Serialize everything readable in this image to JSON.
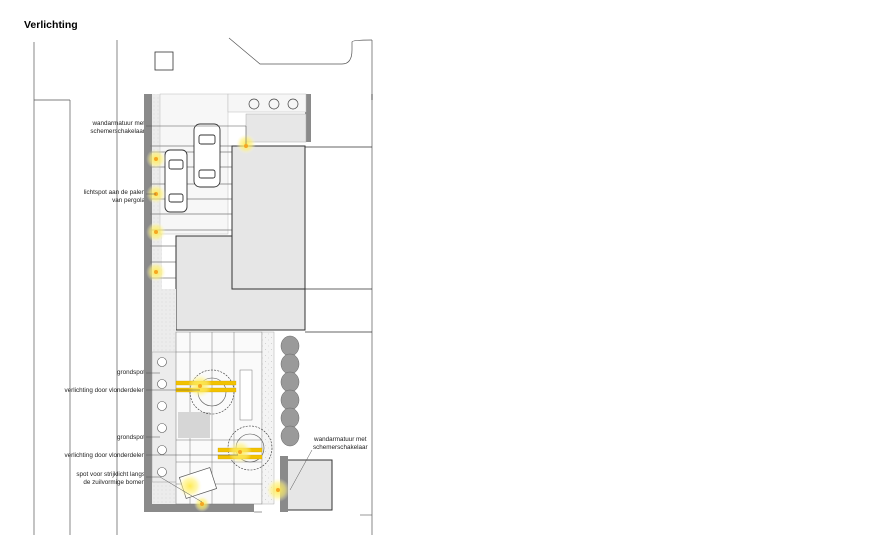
{
  "title": "Verlichting",
  "labels": {
    "wall_lamp_top": [
      "wandarmatuur met",
      "schemerschakelaar"
    ],
    "pergola_spot": [
      "lichtspot aan de palen",
      "van pergola"
    ],
    "ground_spot_1": [
      "grondspot"
    ],
    "deck_light_1": [
      "verlichting door vlonderdelen"
    ],
    "ground_spot_2": [
      "grondspot"
    ],
    "deck_light_2": [
      "verlichting door vlonderdelen"
    ],
    "tree_spot": [
      "spot voor strijklicht langs",
      "de zuilvormige bomen"
    ],
    "wall_lamp_bottom": [
      "wandarmatuur met",
      "schemerschakelaar"
    ]
  },
  "colors": {
    "light_glow": "#ffe94a",
    "light_point": "#f5a623",
    "wall": "#808080",
    "building": "#e6e6e6",
    "hedge": "#9a9a9a",
    "gravel": "#efefef",
    "deck": "#f2c200"
  },
  "icons": [
    "car-icon",
    "tree-icon",
    "light-icon",
    "column-tree-icon",
    "bench-icon"
  ]
}
